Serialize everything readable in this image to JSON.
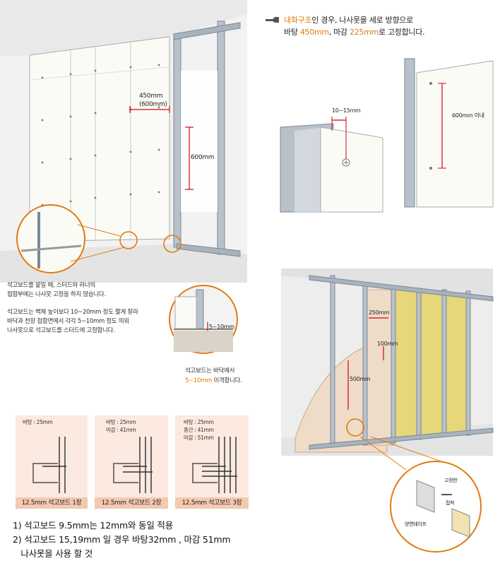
{
  "top_left": {
    "dim_450": "450mm",
    "dim_600_paren": "(600mm)",
    "dim_600": "600mm",
    "dim_5_10": "5~10mm"
  },
  "notes_left": {
    "note1_line1": "석고보드를 붙일 때, 스터드와 러너의",
    "note1_line2": "접합부에는 나사못 고정을 하지 않습니다.",
    "note2_line1": "석고보드는 벽체 높이보다 10~20mm 정도 짧게 잘라",
    "note2_line2": "바닥과 천장 접합면에서 각각 5~10mm 정도 띄워",
    "note2_line3": "나사못으로 석고보드를 스터드에 고정합니다."
  },
  "floor_note": {
    "line1": "석고보드는 바닥에서",
    "line2_value": "5~10mm",
    "line2_rest": " 이격합니다."
  },
  "top_right": {
    "header_hl": "내화구조",
    "header_rest": "인 경우, 나사못을 세로 방향으로",
    "line2_pre": "바탕 ",
    "line2_v1": "450mm",
    "line2_mid": ", 마감 ",
    "line2_v2": "225mm",
    "line2_post": "로 고정합니다.",
    "dim_10_15": "10~15mm",
    "dim_600_within": "600mm 이내"
  },
  "bottom_right": {
    "dim_250": "250mm",
    "dim_100": "100mm",
    "dim_500": "500mm",
    "detail_fix": "고정판",
    "detail_tape": "접착",
    "detail_joint": "양면테이프"
  },
  "panels": [
    {
      "spec1": "바탕 : 25mm",
      "spec2": "",
      "spec3": "",
      "caption": "12.5mm  석고보드 1장"
    },
    {
      "spec1": "바탕 : 25mm",
      "spec2": "마감 : 41mm",
      "spec3": "",
      "caption": "12.5mm  석고보드 2장"
    },
    {
      "spec1": "바탕 : 25mm",
      "spec2": "중간 : 41mm",
      "spec3": "마감 : 51mm",
      "caption": "12.5mm  석고보드 3장"
    }
  ],
  "footnotes": {
    "f1": "1) 석고보드 9.5mm는 12mm와 동일 적용",
    "f2": "2) 석고보드 15,19mm 일 경우 바탕32mm , 마감 51mm",
    "f3": "   나사못을 사용 할 것"
  },
  "colors": {
    "accent": "#e07a10",
    "red_dim": "#d8001c",
    "panel_bg": "#fce9df",
    "insulation": "#e6d77a",
    "board": "#eedcc8"
  }
}
